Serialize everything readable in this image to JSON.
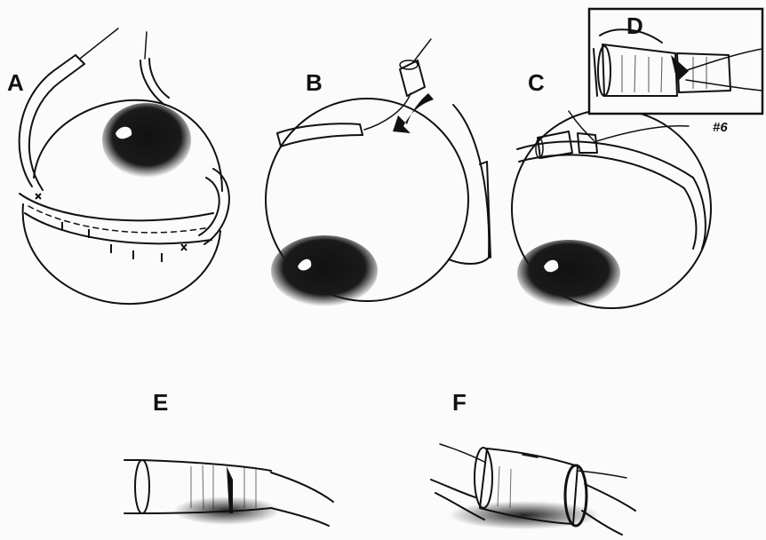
{
  "panels": {
    "a": {
      "label": "A"
    },
    "b": {
      "label": "B"
    },
    "c": {
      "label": "C"
    },
    "d": {
      "label": "D"
    },
    "e": {
      "label": "E"
    },
    "f": {
      "label": "F"
    }
  },
  "annotation": {
    "text": "#6"
  },
  "colors": {
    "ink": "#111111",
    "paper": "#fbfbfb",
    "shade": "#1a1a1a"
  }
}
